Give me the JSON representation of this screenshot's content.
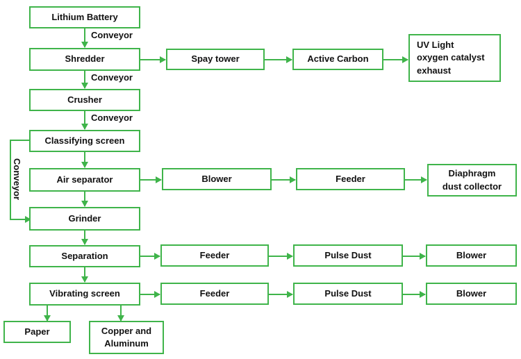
{
  "colors": {
    "stroke": "#3fb44a",
    "text": "#111111",
    "background": "#ffffff"
  },
  "nodes": {
    "lithium_battery": "Lithium Battery",
    "shredder": "Shredder",
    "spay_tower": "Spay tower",
    "active_carbon": "Active Carbon",
    "uv_light": [
      "UV Light",
      "oxygen catalyst",
      "exhaust"
    ],
    "crusher": "Crusher",
    "classifying_screen": "Classifying screen",
    "air_separator": "Air separator",
    "blower_1": "Blower",
    "feeder_1": "Feeder",
    "diaphragm": [
      "Diaphragm",
      "dust collector"
    ],
    "grinder": "Grinder",
    "separation": "Separation",
    "feeder_2": "Feeder",
    "pulse_dust_1": "Pulse Dust",
    "blower_2": "Blower",
    "vibrating_screen": "Vibrating screen",
    "feeder_3": "Feeder",
    "pulse_dust_2": "Pulse Dust",
    "blower_3": "Blower",
    "paper": "Paper",
    "copper_aluminum": [
      "Copper and",
      "Aluminum"
    ]
  },
  "edge_labels": {
    "conveyor_1": "Conveyor",
    "conveyor_2": "Conveyor",
    "conveyor_3": "Conveyor",
    "conveyor_side": "Conveyor"
  }
}
